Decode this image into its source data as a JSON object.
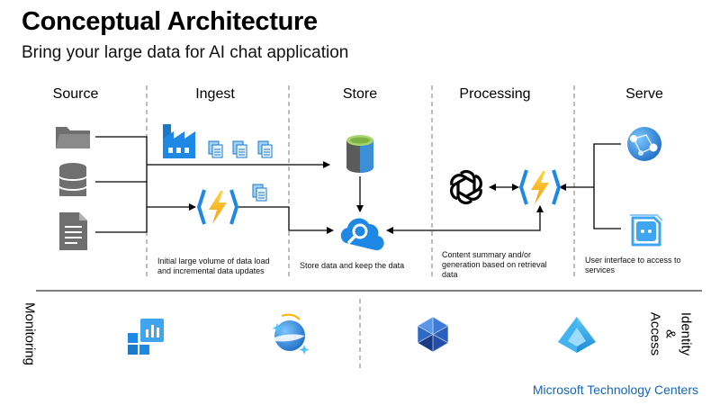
{
  "title": "Conceptual Architecture",
  "subtitle": "Bring your large data for AI chat application",
  "columns": {
    "source": "Source",
    "ingest": "Ingest",
    "store": "Store",
    "processing": "Processing",
    "serve": "Serve"
  },
  "descriptions": {
    "ingest_line1": "Initial large volume  of data load",
    "ingest_line2": "and incremental data updates",
    "store": "Store data and keep the data",
    "processing_line1": "Content summary and/or",
    "processing_line2": "generation based on retrieval",
    "processing_line3": "data",
    "serve_line1": "User interface to access to",
    "serve_line2": "services"
  },
  "sidebars": {
    "monitoring": "Monitoring",
    "identity_line1": "Identity",
    "identity_line2": "&",
    "identity_line3": "Access"
  },
  "footer": "Microsoft Technology Centers",
  "colors": {
    "azure_blue": "#1e88e5",
    "light_blue": "#50b0f0",
    "function_yellow": "#f5b400",
    "icon_gray": "#6f6f6f",
    "footer_blue": "#1565b8"
  },
  "icons": [
    "folder-icon",
    "database-icon",
    "document-icon",
    "data-factory-icon",
    "file-copy-icon",
    "azure-function-icon",
    "sql-database-icon",
    "cognitive-search-icon",
    "openai-icon",
    "app-service-icon",
    "static-web-app-icon",
    "monitor-icon",
    "cosmos-db-icon",
    "kubernetes-icon",
    "active-directory-icon"
  ]
}
